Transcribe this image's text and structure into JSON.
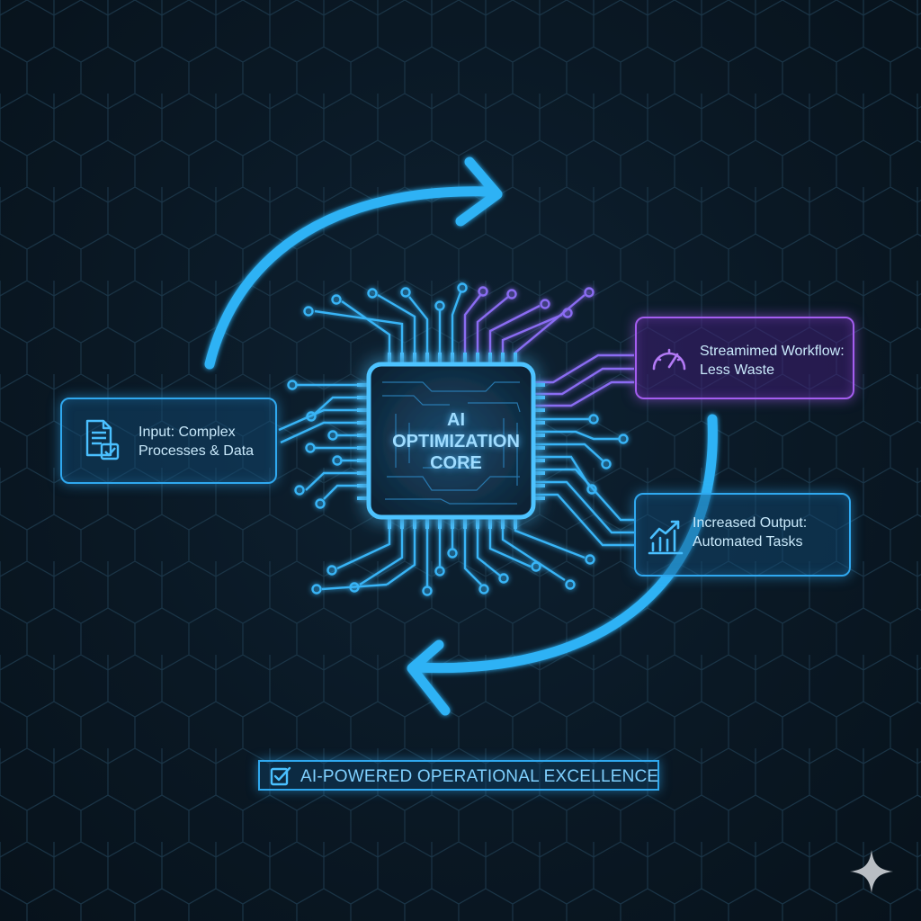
{
  "core": {
    "line1": "AI",
    "line2": "OPTIMIZATION",
    "line3": "CORE"
  },
  "cards": {
    "input": {
      "line1": "Input: Complex",
      "line2": "Processes & Data",
      "icon": "document-icon"
    },
    "workflow": {
      "line1": "Streamimed Workflow:",
      "line2": "Less Waste",
      "icon": "speedometer-icon"
    },
    "output": {
      "line1": "Increased Output:",
      "line2": "Automated Tasks",
      "icon": "bar-chart-icon"
    }
  },
  "banner": {
    "text": "AI-POWERED OPERATIONAL EXCELLENCE",
    "icon": "checkbox-icon"
  },
  "colors": {
    "blue_accent": "#2fa8ef",
    "purple_accent": "#a45df0",
    "background": "#0a1824"
  }
}
